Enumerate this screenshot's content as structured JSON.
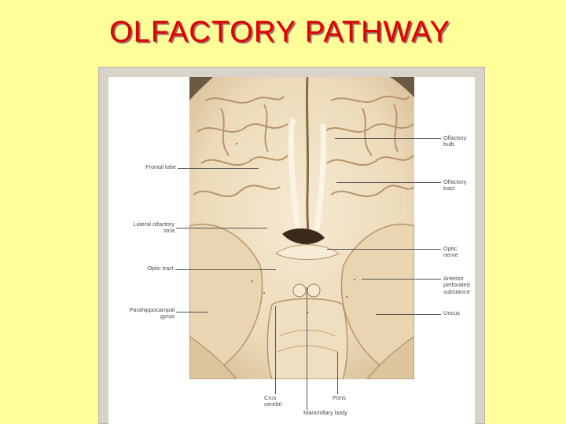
{
  "slide": {
    "title": "OLFACTORY PATHWAY"
  },
  "figure": {
    "labels_left": [
      {
        "id": "frontal-lobe",
        "text": "Frontal lobe"
      },
      {
        "id": "lateral-olfactory-stria",
        "text": "Lateral olfactory\nstria"
      },
      {
        "id": "optic-tract",
        "text": "Optic tract"
      },
      {
        "id": "parahippocampal-gyrus",
        "text": "Parahippocampal\ngyrus"
      }
    ],
    "labels_right": [
      {
        "id": "olfactory-bulb",
        "text": "Olfactory\nbulb"
      },
      {
        "id": "olfactory-tract",
        "text": "Olfactory\ntract"
      },
      {
        "id": "optic-nerve",
        "text": "Optic\nnerve"
      },
      {
        "id": "anterior-perforated-substance",
        "text": "Anterior\nperforated\nsubstance"
      },
      {
        "id": "uncus",
        "text": "Uncus"
      }
    ],
    "labels_bottom": [
      {
        "id": "crus-cerebri",
        "text": "Crus\ncerebri"
      },
      {
        "id": "mammillary-body",
        "text": "Mammillary body"
      },
      {
        "id": "pons",
        "text": "Pons"
      }
    ]
  },
  "colors": {
    "background": "#ffff99",
    "title": "#e00000",
    "brain_tissue": "#efe0c4",
    "sulci": "#b8946a"
  }
}
